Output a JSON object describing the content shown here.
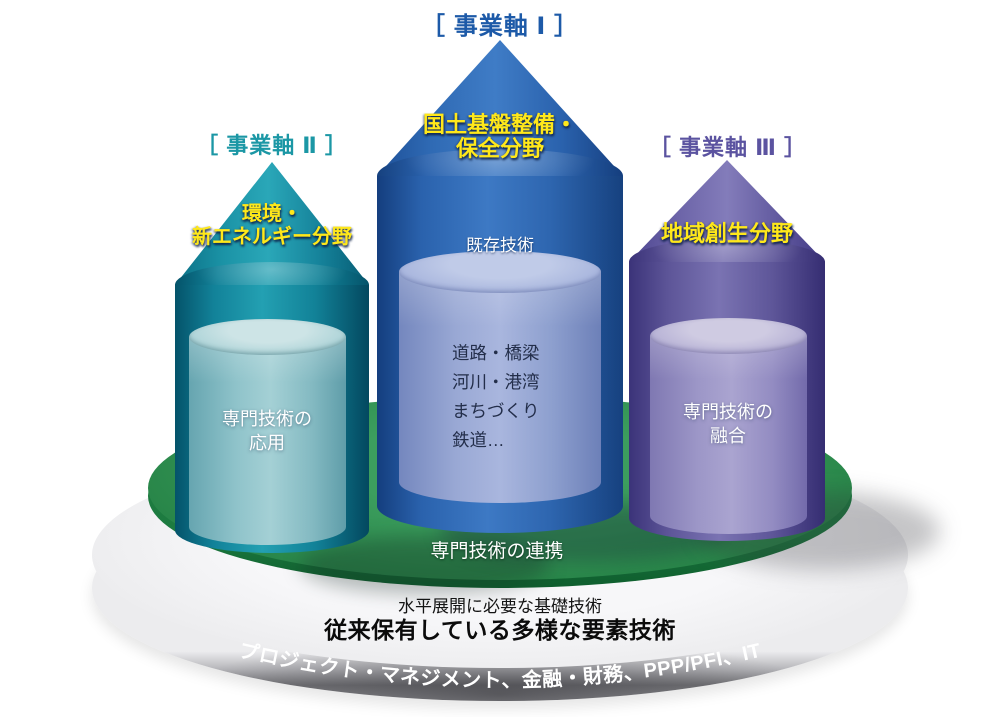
{
  "towers": {
    "center": {
      "header": "［ 事業軸 Ⅰ ］",
      "title1": "国土基盤整備・",
      "title2": "保全分野",
      "cap_label": "既存技術",
      "items": [
        "道路・橋梁",
        "河川・港湾",
        "まちづくり",
        "鉄道…"
      ],
      "accent": "#2e6ab2",
      "header_color": "#1d5aa8"
    },
    "left": {
      "header": "［ 事業軸 Ⅱ ］",
      "title1": "環境・",
      "title2": "新エネルギー分野",
      "inner1": "専門技術の",
      "inner2": "応用",
      "accent": "#1b93a6",
      "header_color": "#1b97a5"
    },
    "right": {
      "header": "［ 事業軸 Ⅲ ］",
      "title1": "地域創生分野",
      "inner1": "専門技術の",
      "inner2": "融合",
      "accent": "#6a63a6",
      "header_color": "#5b53a0"
    }
  },
  "base": {
    "green_label": "専門技術の連携",
    "caption": "水平展開に必要な基礎技術",
    "title": "従来保有している多様な要素技術",
    "rim_text": "プロジェクト・マネジメント、金融・財務、PPP/PFI、IT",
    "green_color": "#2b8c4c",
    "title_yellow": "#ffe81a"
  }
}
